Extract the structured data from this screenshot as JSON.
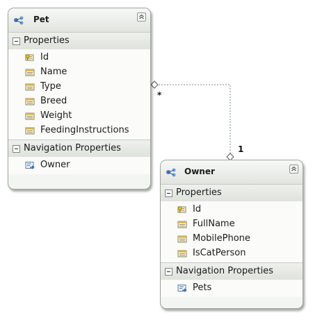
{
  "entities": {
    "pet": {
      "title": "Pet",
      "sections": {
        "properties": {
          "label": "Properties",
          "items": [
            {
              "name": "Id",
              "icon": "key-property-icon"
            },
            {
              "name": "Name",
              "icon": "property-icon"
            },
            {
              "name": "Type",
              "icon": "property-icon"
            },
            {
              "name": "Breed",
              "icon": "property-icon"
            },
            {
              "name": "Weight",
              "icon": "property-icon"
            },
            {
              "name": "FeedingInstructions",
              "icon": "property-icon"
            }
          ]
        },
        "navigation": {
          "label": "Navigation Properties",
          "items": [
            {
              "name": "Owner",
              "icon": "navigation-property-icon"
            }
          ]
        }
      }
    },
    "owner": {
      "title": "Owner",
      "sections": {
        "properties": {
          "label": "Properties",
          "items": [
            {
              "name": "Id",
              "icon": "key-property-icon"
            },
            {
              "name": "FullName",
              "icon": "property-icon"
            },
            {
              "name": "MobilePhone",
              "icon": "property-icon"
            },
            {
              "name": "IsCatPerson",
              "icon": "property-icon"
            }
          ]
        },
        "navigation": {
          "label": "Navigation Properties",
          "items": [
            {
              "name": "Pets",
              "icon": "navigation-property-icon"
            }
          ]
        }
      }
    }
  },
  "association": {
    "pet_end_multiplicity": "*",
    "owner_end_multiplicity": "1"
  },
  "colors": {
    "connector": "#6c8fae",
    "entity_border": "#9ea59b",
    "entity_background": "#f3f5f2"
  }
}
